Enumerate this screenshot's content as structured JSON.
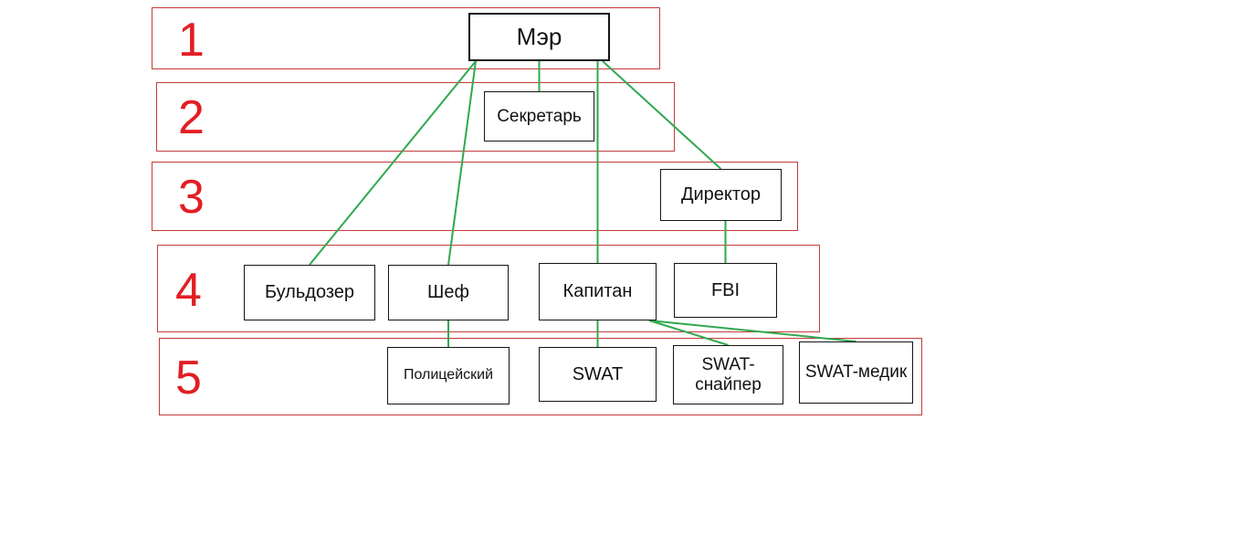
{
  "diagram": {
    "type": "org-chart",
    "levels": [
      {
        "label": "1"
      },
      {
        "label": "2"
      },
      {
        "label": "3"
      },
      {
        "label": "4"
      },
      {
        "label": "5"
      }
    ],
    "nodes": {
      "mayor": {
        "label": "Мэр",
        "level": "1"
      },
      "secretary": {
        "label": "Секретарь",
        "level": "2"
      },
      "director": {
        "label": "Директор",
        "level": "3"
      },
      "bulldozer": {
        "label": "Бульдозер",
        "level": "4"
      },
      "chief": {
        "label": "Шеф",
        "level": "4"
      },
      "captain": {
        "label": "Капитан",
        "level": "4"
      },
      "fbi": {
        "label": "FBI",
        "level": "4"
      },
      "policeman": {
        "label": "Полицейский",
        "level": "5"
      },
      "swat": {
        "label": "SWAT",
        "level": "5"
      },
      "swat_sniper": {
        "label": "SWAT-снайпер",
        "level": "5"
      },
      "swat_medic": {
        "label": "SWAT-медик",
        "level": "5"
      }
    },
    "edges": [
      {
        "from": "mayor",
        "to": "secretary"
      },
      {
        "from": "mayor",
        "to": "bulldozer"
      },
      {
        "from": "mayor",
        "to": "chief"
      },
      {
        "from": "mayor",
        "to": "captain"
      },
      {
        "from": "mayor",
        "to": "director"
      },
      {
        "from": "director",
        "to": "fbi"
      },
      {
        "from": "chief",
        "to": "policeman"
      },
      {
        "from": "captain",
        "to": "swat"
      },
      {
        "from": "captain",
        "to": "swat_sniper"
      },
      {
        "from": "captain",
        "to": "swat_medic"
      }
    ],
    "colors": {
      "edge": "#2fa84f",
      "row_border": "#c43b3b",
      "level_number": "#e21e24",
      "node_border": "#141414"
    }
  }
}
